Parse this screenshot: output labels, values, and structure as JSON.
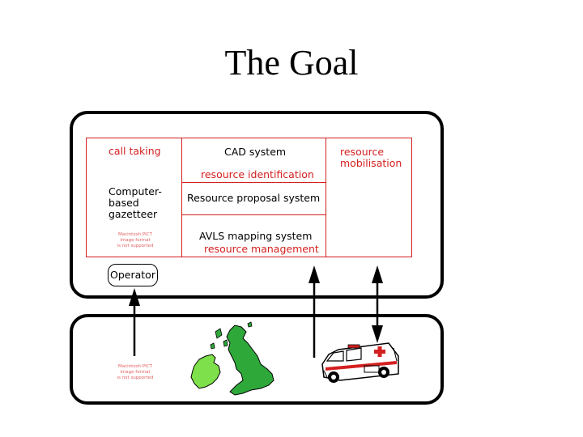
{
  "title": "The Goal",
  "upper_panel": {
    "call_taking": "call taking",
    "cad_system": "CAD system",
    "resource_mobilisation": "resource\nmobilisation",
    "resource_identification": "resource identification",
    "computer_based_gazetteer": "Computer-\nbased\ngazetteer",
    "resource_proposal_system": "Resource proposal system",
    "avls_mapping_system": "AVLS mapping system",
    "resource_management": "resource management",
    "pict_placeholder": "Macintosh PICT\nimage format\nis not supported",
    "operator": "Operator"
  },
  "lower_panel": {
    "pict_placeholder": "Macintosh PICT\nimage format\nis not supported"
  },
  "colors": {
    "red": "#d42020",
    "ireland_green": "#7ee04a",
    "britain_green": "#2fa83a"
  },
  "icons": [
    "british-isles-map-icon",
    "ambulance-icon"
  ]
}
